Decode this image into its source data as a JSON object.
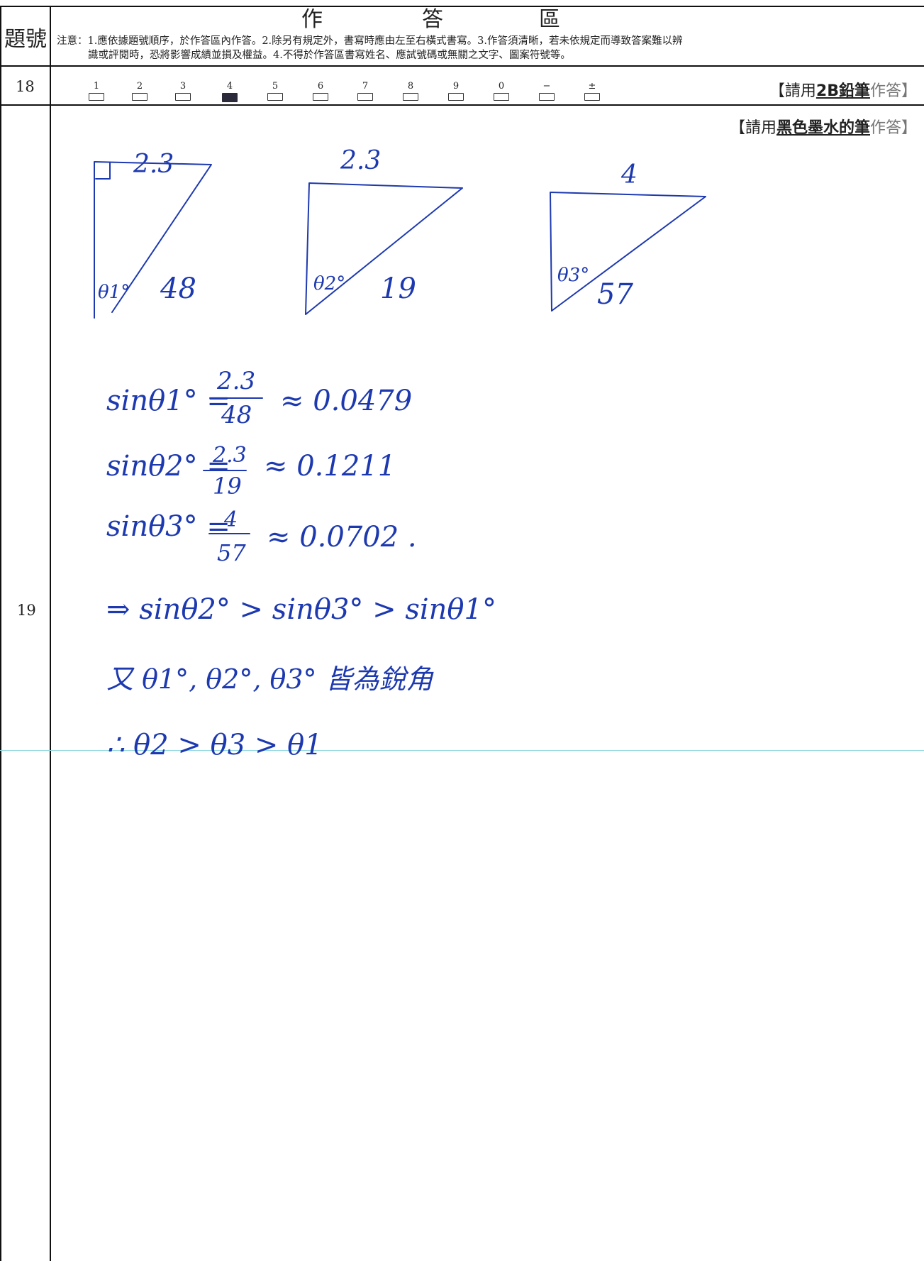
{
  "header": {
    "question_no_label": "題號",
    "title_chars": [
      "作",
      "答",
      "區"
    ],
    "notice_line1": "注意：1.應依據題號順序，於作答區內作答。2.除另有規定外，書寫時應由左至右橫式書寫。3.作答須清晰，若未依規定而導致答案難以辨",
    "notice_line2": "識或評閱時，恐將影響成績並損及權益。4.不得於作答區書寫姓名、應試號碼或無關之文字、圖案符號等。"
  },
  "q18": {
    "number": "18",
    "bubbles": [
      "1",
      "2",
      "3",
      "4",
      "5",
      "6",
      "7",
      "8",
      "9",
      "0",
      "−",
      "±"
    ],
    "selected": "4",
    "instruction_prefix": "【請用",
    "instruction_bold": "2B鉛筆",
    "instruction_suffix": "作答】"
  },
  "q19": {
    "number": "19",
    "instruction_prefix": "【請用",
    "instruction_bold": "黑色墨水的筆",
    "instruction_suffix": "作答】",
    "triangles": [
      {
        "top": "2.3",
        "angle": "θ1°",
        "hyp": "48"
      },
      {
        "top": "2.3",
        "angle": "θ2°",
        "hyp": "19"
      },
      {
        "top": "4",
        "angle": "θ3°",
        "hyp": "57"
      }
    ],
    "lines": [
      {
        "lhs": "sinθ1° =",
        "num": "2.3",
        "den": "48",
        "rhs": "≈ 0.0479"
      },
      {
        "lhs": "sinθ2° =",
        "num": "2.3",
        "den": "19",
        "rhs": "≈ 0.1211"
      },
      {
        "lhs": "sinθ3° =",
        "num": "4",
        "den": "57",
        "rhs": "≈ 0.0702 ."
      }
    ],
    "conclusion1": "⇒ sinθ2° > sinθ3° > sinθ1°",
    "conclusion2": "又 θ1°, θ2°, θ3° 皆為銳角",
    "conclusion3": "∴ θ2 > θ3 > θ1"
  }
}
